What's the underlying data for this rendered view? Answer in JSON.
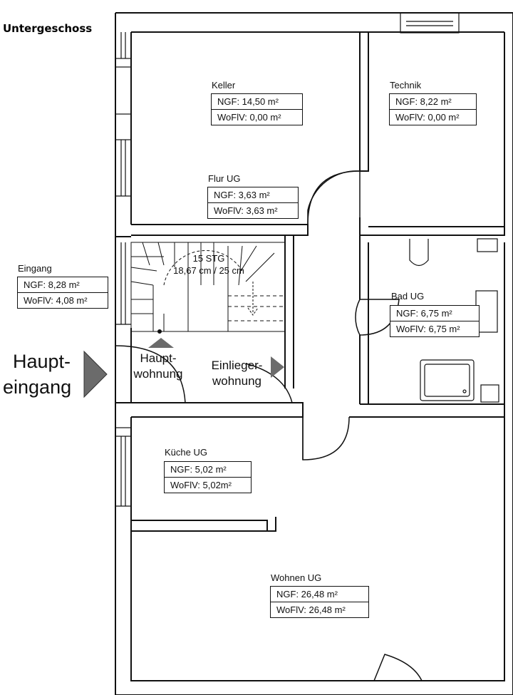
{
  "title": "Untergeschoss",
  "rooms": {
    "keller": {
      "name": "Keller",
      "ngf": "NGF:  14,50 m²",
      "wofl": "WoFlV: 0,00 m²"
    },
    "technik": {
      "name": "Technik",
      "ngf": "NGF:   8,22 m²",
      "wofl": "WoFlV: 0,00 m²"
    },
    "flur": {
      "name": "Flur UG",
      "ngf": "NGF:    3,63 m²",
      "wofl": "WoFlV: 3,63 m²"
    },
    "eingang": {
      "name": "Eingang",
      "ngf": "NGF:    8,28 m²",
      "wofl": "WoFlV: 4,08 m²"
    },
    "bad": {
      "name": "Bad UG",
      "ngf": "NGF:    6,75 m²",
      "wofl": "WoFlV: 6,75 m²"
    },
    "kueche": {
      "name": "Küche UG",
      "ngf": "NGF:    5,02 m²",
      "wofl": "WoFlV: 5,02m²"
    },
    "wohnen": {
      "name": "Wohnen UG",
      "ngf": "NGF:    26,48 m²",
      "wofl": "WoFlV: 26,48 m²"
    }
  },
  "stairs": {
    "steps": "15 STG",
    "dims": "18,67 cm / 25 cm"
  },
  "entrance": {
    "line1": "Haupt-",
    "line2": "eingang"
  },
  "apartments": {
    "haupt": {
      "line1": "Haupt-",
      "line2": "wohnung"
    },
    "einlieger": {
      "line1": "Einlieger-",
      "line2": "wohnung"
    }
  },
  "icons": {
    "entrance_arrow": "triangle-right-icon",
    "haupt_arrow": "triangle-up-icon",
    "einlieger_arrow": "triangle-right-icon"
  },
  "colors": {
    "wall": "#111111",
    "arrow": "#6b6b6b",
    "background": "#ffffff"
  }
}
